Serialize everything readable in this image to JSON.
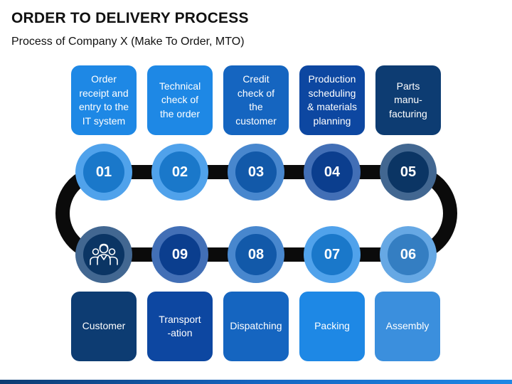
{
  "title": "ORDER TO DELIVERY PROCESS",
  "subtitle": "Process of Company X (Make To Order, MTO)",
  "steps": [
    {
      "number": "01",
      "label": "Order\nreceipt and\nentry to the\nIT system",
      "color": "#1e88e5"
    },
    {
      "number": "02",
      "label": "Technical\ncheck of\nthe order",
      "color": "#1e88e5"
    },
    {
      "number": "03",
      "label": "Credit\ncheck of\nthe\ncustomer",
      "color": "#1565c0"
    },
    {
      "number": "04",
      "label": "Production\nscheduling\n& materials\nplanning",
      "color": "#0d47a1"
    },
    {
      "number": "05",
      "label": "Parts\nmanu-\nfacturing",
      "color": "#0d3c72"
    },
    {
      "number": "06",
      "label": "Assembly",
      "color": "#3b8fdd"
    },
    {
      "number": "07",
      "label": "Packing",
      "color": "#1e88e5"
    },
    {
      "number": "08",
      "label": "Dispatching",
      "color": "#1565c0"
    },
    {
      "number": "09",
      "label": "Transport\n-ation",
      "color": "#0d47a1"
    },
    {
      "number": "",
      "label": "Customer",
      "color": "#0d3c72",
      "icon": "customer-group-icon"
    }
  ]
}
